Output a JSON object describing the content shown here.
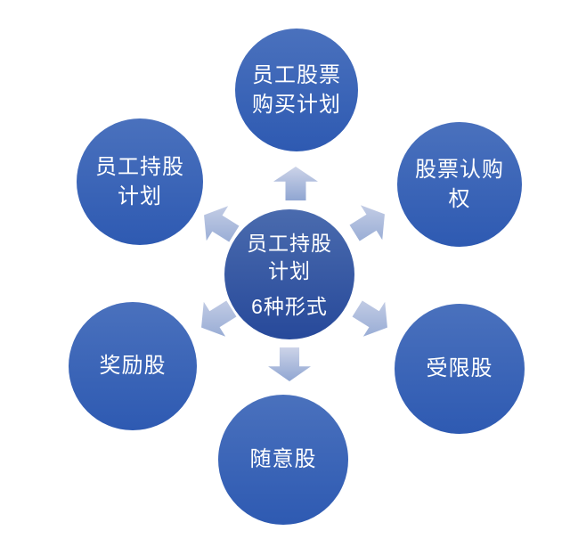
{
  "colors": {
    "background": "#ffffff",
    "node-top": "#4a71bd",
    "node-bottom": "#2e5ab2",
    "center-top": "#4a6bae",
    "center-bottom": "#27499a",
    "arrow-light": "#ccd3e8",
    "arrow-dark": "#90a6d2",
    "text": "#ffffff"
  },
  "center": {
    "title": "员工持股\n计划",
    "subtitle": "6种形式"
  },
  "nodes": [
    {
      "id": "top",
      "label": "员工股票\n购买计划"
    },
    {
      "id": "top-left",
      "label": "员工持股\n计划"
    },
    {
      "id": "top-right",
      "label": "股票认购\n权"
    },
    {
      "id": "bottom-left",
      "label": "奖励股"
    },
    {
      "id": "bottom-right",
      "label": "受限股"
    },
    {
      "id": "bottom",
      "label": "随意股"
    }
  ],
  "arrows": [
    "arrow-up-icon",
    "arrow-upper-left-icon",
    "arrow-upper-right-icon",
    "arrow-lower-left-icon",
    "arrow-lower-right-icon",
    "arrow-down-icon"
  ]
}
